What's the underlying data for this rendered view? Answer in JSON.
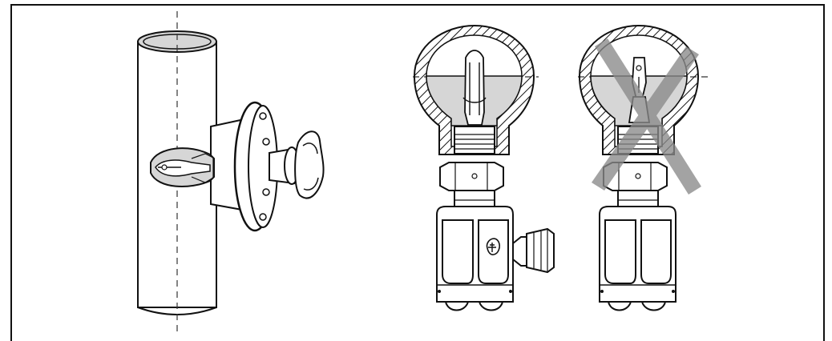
{
  "figure": {
    "panels": [
      {
        "id": "pipe-mounting",
        "description_visible_text": ""
      },
      {
        "id": "correct-orientation",
        "description_visible_text": ""
      },
      {
        "id": "incorrect-orientation",
        "description_visible_text": ""
      }
    ],
    "colors": {
      "line": "#111111",
      "dash": "#333333",
      "fill_gray": "#d6d6d6",
      "x_mark": "#8a8a8a",
      "hatch": "#111111"
    },
    "icons": [
      "pipe-icon",
      "flange-icon",
      "tuning-fork-icon",
      "cable-gland-icon",
      "x-mark-icon"
    ]
  }
}
